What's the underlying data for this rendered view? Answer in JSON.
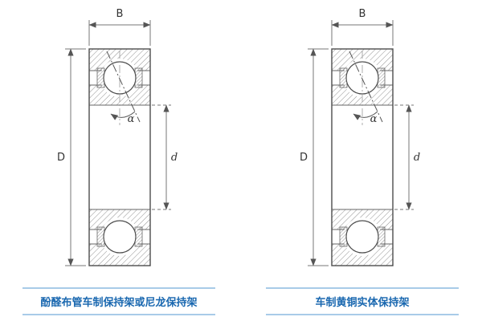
{
  "labels": {
    "width": "B",
    "outer_diameter": "D",
    "bore_diameter": "d",
    "contact_angle": "α"
  },
  "captions": {
    "left": "酚醛布管车制保持架或尼龙保持架",
    "right": "车制黄铜实体保持架"
  },
  "colors": {
    "caption_text": "#1a68b0",
    "caption_rule": "#a8cbe8",
    "drawing_stroke": "#4d4d4d",
    "dimension_stroke": "#777777",
    "background": "#ffffff"
  }
}
